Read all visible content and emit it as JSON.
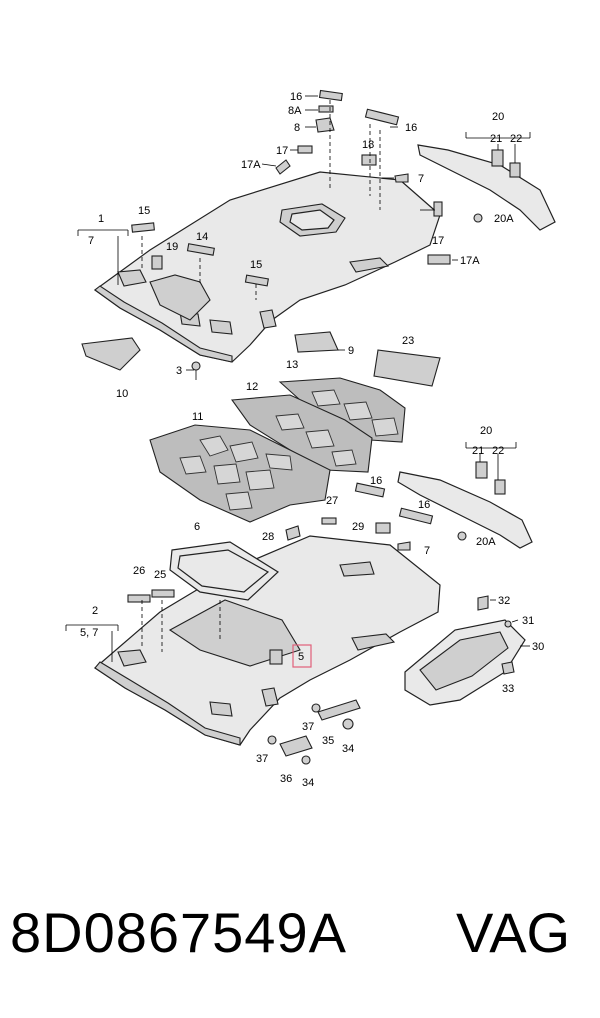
{
  "footer": {
    "part_number": "8D0867549A",
    "brand": "VAG"
  },
  "callouts": {
    "c16a": "16",
    "c8a": "8A",
    "c8": "8",
    "c16b": "16",
    "c20a": "20",
    "c21a": "21",
    "c22a": "22",
    "c17a": "17",
    "c18": "18",
    "c17aa": "17A",
    "c7a": "7",
    "c1": "1",
    "c7b": "7",
    "c15a": "15",
    "c20aa": "20A",
    "c14": "14",
    "c19": "19",
    "c15b": "15",
    "c17b": "17",
    "c17ab": "17A",
    "c9": "9",
    "c23": "23",
    "c3": "3",
    "c10": "10",
    "c13": "13",
    "c12": "12",
    "c11": "11",
    "c20b": "20",
    "c21b": "21",
    "c22b": "22",
    "c16c": "16",
    "c16d": "16",
    "c27": "27",
    "c29": "29",
    "c7c": "7",
    "c20ab": "20A",
    "c28": "28",
    "c6": "6",
    "c26": "26",
    "c25": "25",
    "c32": "32",
    "c31": "31",
    "c2": "2",
    "c57": "5, 7",
    "c5": "5",
    "c30": "30",
    "c33": "33",
    "c37a": "37",
    "c35": "35",
    "c34a": "34",
    "c37b": "37",
    "c36": "36",
    "c34b": "34"
  }
}
